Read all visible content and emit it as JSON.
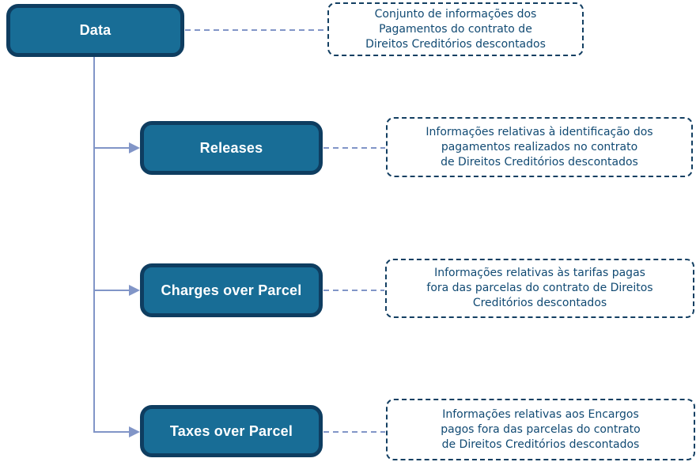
{
  "diagram": {
    "root": {
      "label": "Data",
      "description": "Conjunto de informações dos\nPagamentos do contrato de\nDireitos Creditórios descontados"
    },
    "children": [
      {
        "label": "Releases",
        "description": "Informações relativas à identificação dos\npagamentos realizados no contrato\nde Direitos Creditórios descontados"
      },
      {
        "label": "Charges over Parcel",
        "description": "Informações relativas às tarifas pagas\nfora das parcelas do contrato de Direitos\nCreditórios descontados"
      },
      {
        "label": "Taxes over Parcel",
        "description": "Informações relativas aos Encargos\npagos fora das parcelas do contrato\nde Direitos Creditórios descontados"
      }
    ],
    "colors": {
      "node_fill": "#186d96",
      "node_border": "#0e3d60",
      "node_text": "#ffffff",
      "callout_border": "#133f62",
      "callout_text": "#114a73",
      "connector": "#8195c7",
      "background": "#ffffff"
    }
  }
}
